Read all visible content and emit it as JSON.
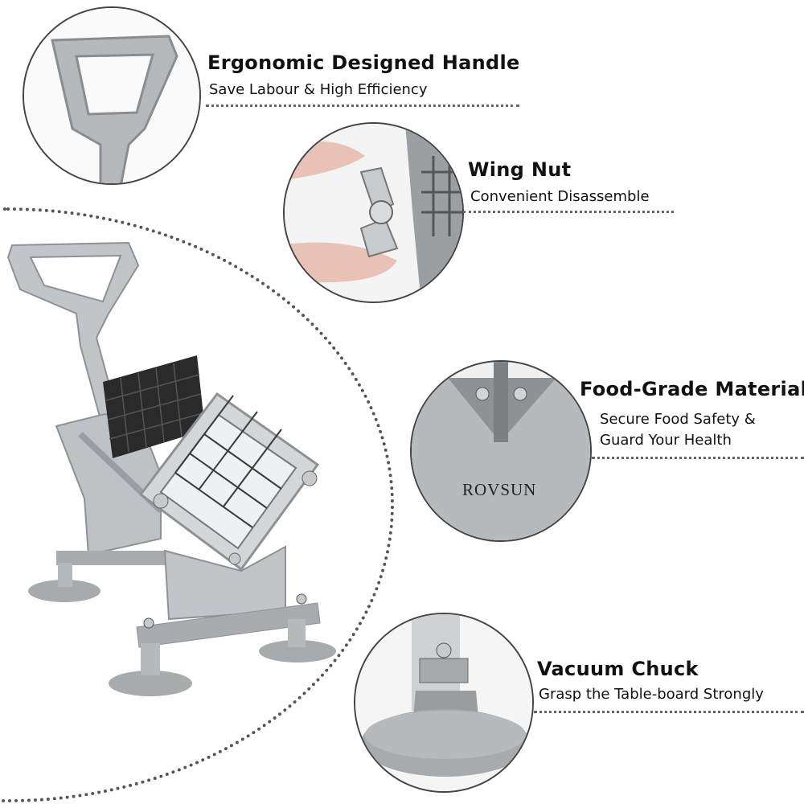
{
  "features": [
    {
      "title": "Ergonomic Designed Handle",
      "subtitle": "Save Labour & High Efficiency",
      "icon": "handle-icon"
    },
    {
      "title": "Wing Nut",
      "subtitle": "Convenient Disassemble",
      "icon": "wing-nut-icon"
    },
    {
      "title": "Food-Grade Material",
      "subtitle_lines": [
        "Secure Food Safety &",
        "Guard Your Health"
      ],
      "icon": "material-icon",
      "brand_mark": "ROVSUN"
    },
    {
      "title": "Vacuum Chuck",
      "subtitle": "Grasp the Table-board Strongly",
      "icon": "suction-cup-icon"
    }
  ],
  "product": {
    "name": "french-fry-cutter",
    "colors": {
      "metal": "#b9bcbf",
      "dark_metal": "#8e9296",
      "blade_pad": "#2a2a2a",
      "suction": "#a8abae"
    }
  }
}
